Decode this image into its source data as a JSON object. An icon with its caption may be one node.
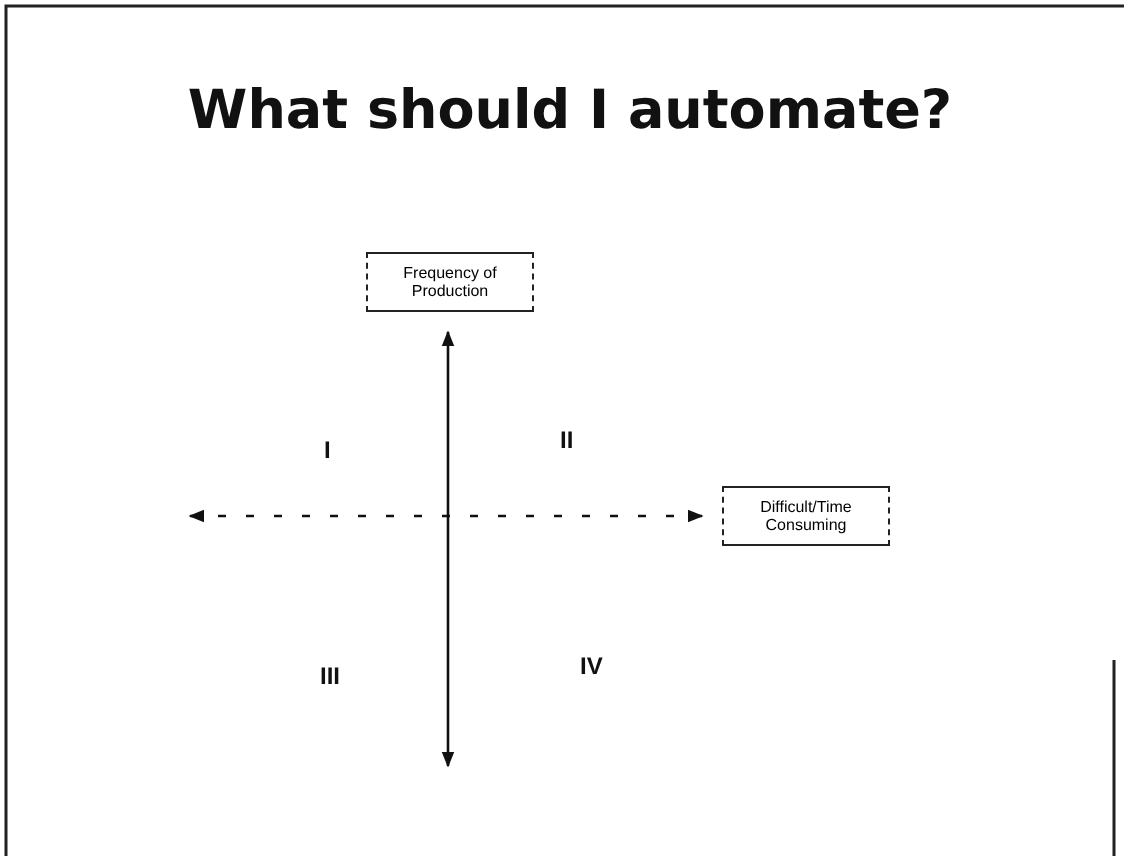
{
  "diagram": {
    "title": "What should I automate?",
    "nodes": [
      {
        "text": [
          "Frequency of Production"
        ]
      },
      {
        "text": [
          "Difficult/Time Consuming"
        ]
      }
    ],
    "edges": [
      {
        "from": null,
        "to": 0,
        "arrow": "both"
      },
      {
        "from": null,
        "to": 1,
        "arrow": "both",
        "style": "dashed"
      }
    ],
    "labels": [
      "I",
      "II",
      "III",
      "IV"
    ]
  }
}
